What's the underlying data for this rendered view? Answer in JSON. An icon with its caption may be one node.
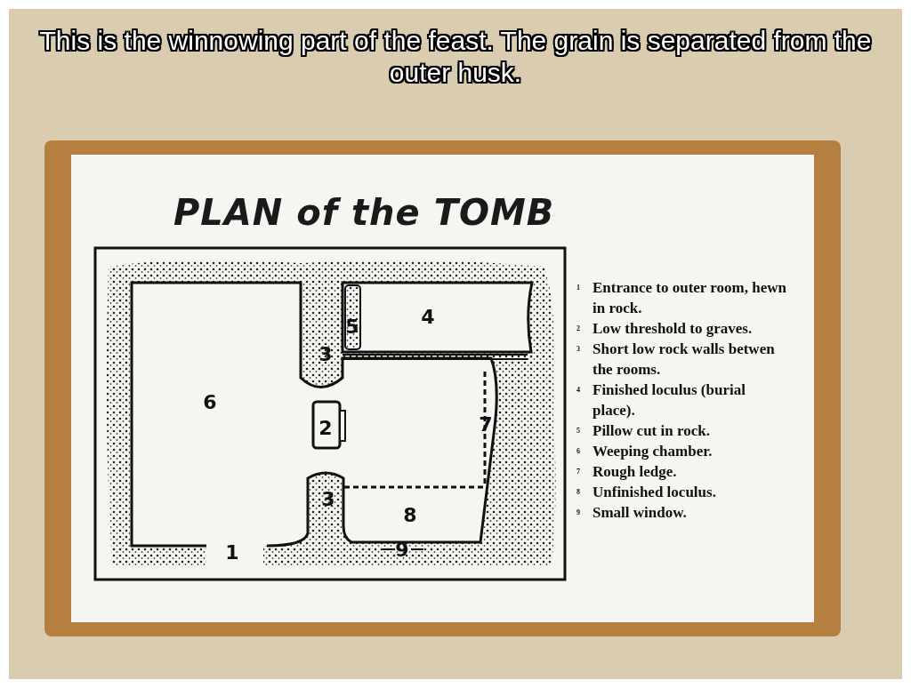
{
  "diagram": {
    "title": "PLAN of the TOMB",
    "caption": "This is the winnowing part of the feast. The grain is separated from the outer husk.",
    "labels": [
      "5",
      "4",
      "3",
      "6",
      "2",
      "7",
      "3",
      "8",
      "1",
      "9",
      "1",
      "Entrance to outer room, hewn in rock.",
      "2",
      "Low threshold to graves.",
      "3",
      "Short low rock walls betwen the rooms.",
      "4",
      "Finished loculus (burial place).",
      "5",
      "Pillow cut in rock.",
      "6",
      "Weeping chamber.",
      "7",
      "Rough ledge.",
      "8",
      "Unfinished loculus.",
      "9",
      "Small window."
    ]
  }
}
